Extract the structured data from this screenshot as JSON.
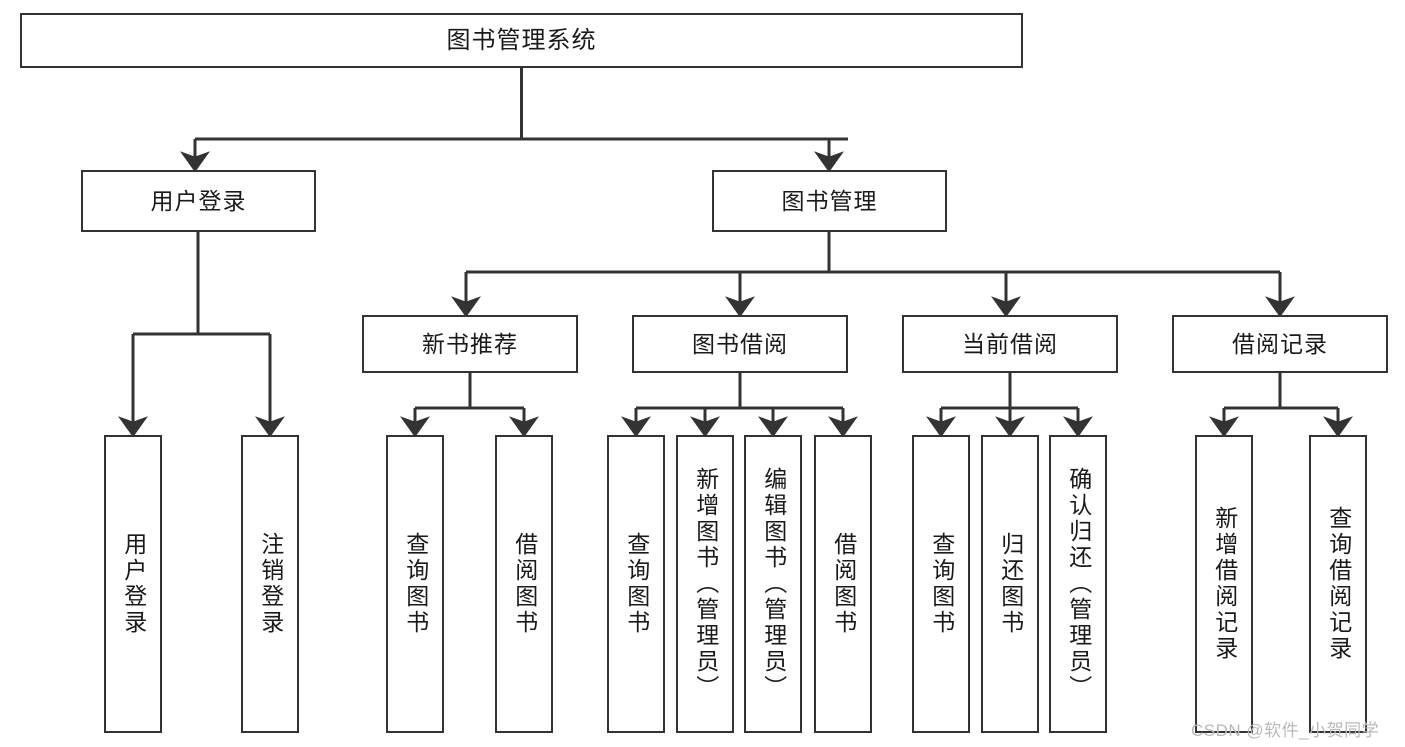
{
  "diagram": {
    "title": "图书管理系统",
    "type": "tree-hierarchy-chart",
    "orientation": "top-down",
    "colors": {
      "box_border": "#333333",
      "box_fill": "#ffffff",
      "connector": "#333333",
      "text": "#1a1a1a",
      "watermark": "#b9b9b9"
    },
    "root": {
      "id": "root",
      "label": "图书管理系统"
    },
    "level2": [
      {
        "id": "user-login",
        "label": "用户登录"
      },
      {
        "id": "book-manage",
        "label": "图书管理"
      }
    ],
    "level3": [
      {
        "id": "new-book-recommend",
        "label": "新书推荐",
        "parent": "book-manage"
      },
      {
        "id": "book-borrow",
        "label": "图书借阅",
        "parent": "book-manage"
      },
      {
        "id": "current-borrow",
        "label": "当前借阅",
        "parent": "book-manage"
      },
      {
        "id": "borrow-record",
        "label": "借阅记录",
        "parent": "book-manage"
      }
    ],
    "leaves": [
      {
        "id": "leaf-user-login",
        "label": "用户登录",
        "parent": "user-login"
      },
      {
        "id": "leaf-logout-login",
        "label": "注销登录",
        "parent": "user-login"
      },
      {
        "id": "leaf-query-book-1",
        "label": "查询图书",
        "parent": "new-book-recommend"
      },
      {
        "id": "leaf-borrow-book-1",
        "label": "借阅图书",
        "parent": "new-book-recommend"
      },
      {
        "id": "leaf-query-book-2",
        "label": "查询图书",
        "parent": "book-borrow"
      },
      {
        "id": "leaf-add-book",
        "label": "新增图书（管理员）",
        "parent": "book-borrow"
      },
      {
        "id": "leaf-edit-book",
        "label": "编辑图书（管理员）",
        "parent": "book-borrow"
      },
      {
        "id": "leaf-borrow-book-2",
        "label": "借阅图书",
        "parent": "book-borrow"
      },
      {
        "id": "leaf-query-book-3",
        "label": "查询图书",
        "parent": "current-borrow"
      },
      {
        "id": "leaf-return-book",
        "label": "归还图书",
        "parent": "current-borrow"
      },
      {
        "id": "leaf-confirm-return",
        "label": "确认归还（管理员）",
        "parent": "current-borrow"
      },
      {
        "id": "leaf-add-record",
        "label": "新增借阅记录",
        "parent": "borrow-record"
      },
      {
        "id": "leaf-query-record",
        "label": "查询借阅记录",
        "parent": "borrow-record"
      }
    ],
    "watermark": "CSDN @软件_小贺同学"
  }
}
